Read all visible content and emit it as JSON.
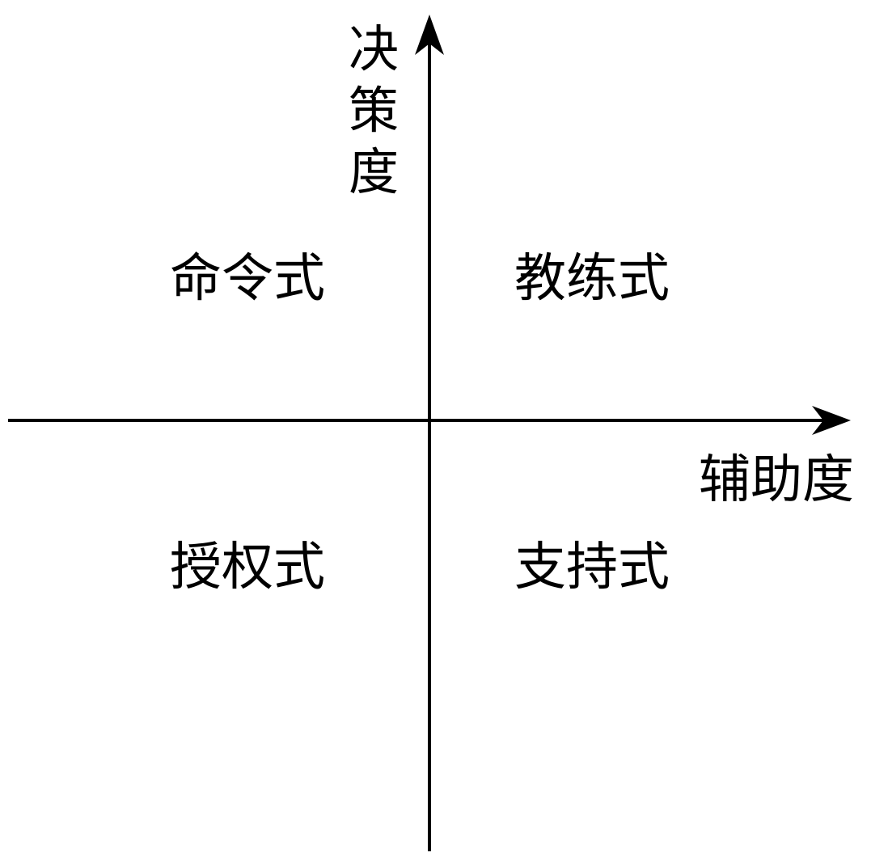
{
  "axes": {
    "y_label": [
      "决",
      "策",
      "度"
    ],
    "x_label": "辅助度"
  },
  "quadrants": {
    "top_left": "命令式",
    "top_right": "教练式",
    "bottom_left": "授权式",
    "bottom_right": "支持式"
  }
}
